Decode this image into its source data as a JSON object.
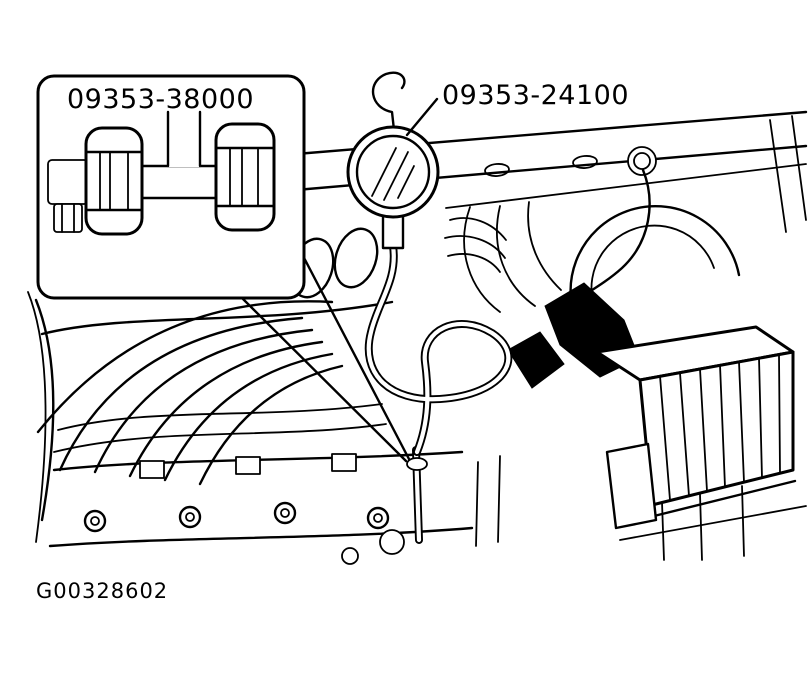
{
  "colors": {
    "line": "#000000",
    "background": "#ffffff"
  },
  "figure": {
    "callout": {
      "part_number": "09353-38000"
    },
    "gauge": {
      "part_number": "09353-24100"
    },
    "figure_id": "G00328602"
  }
}
